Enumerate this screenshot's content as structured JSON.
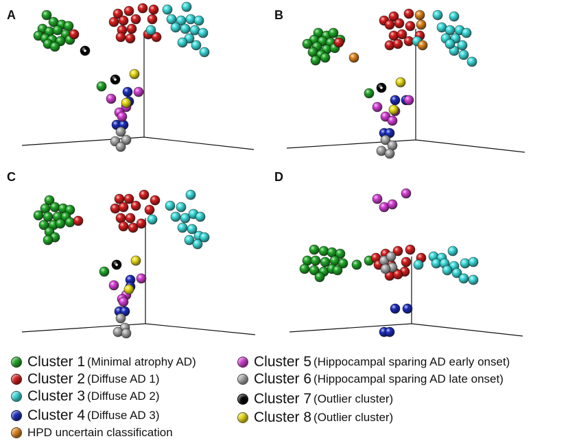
{
  "panels": [
    "A",
    "B",
    "C",
    "D"
  ],
  "colors": {
    "c1": "#22a82a",
    "c2": "#d61f1f",
    "c3": "#3fdcdc",
    "c4": "#1c2dbd",
    "c5": "#d43fd4",
    "c6": "#a9a9a9",
    "c7": "#000000",
    "c8": "#e8dc17",
    "hpd": "#e0861e",
    "axis": "#111111"
  },
  "legend": [
    {
      "main": "Cluster 1",
      "sub": "(Minimal atrophy AD)",
      "color": "#22a82a"
    },
    {
      "main": "Cluster 2",
      "sub": "(Diffuse AD 1)",
      "color": "#d61f1f"
    },
    {
      "main": "Cluster 3",
      "sub": "(Diffuse AD 2)",
      "color": "#3fdcdc"
    },
    {
      "main": "Cluster 4",
      "sub": "(Diffuse AD 3)",
      "color": "#1c2dbd"
    },
    {
      "main": "HPD uncertain classification",
      "sub": "",
      "color": "#e0861e"
    },
    {
      "main": "Cluster 5",
      "sub": "(Hippocampal sparing AD early onset)",
      "color": "#d43fd4"
    },
    {
      "main": "Cluster 6",
      "sub": "(Hippocampal sparing AD late onset)",
      "color": "#a9a9a9"
    },
    {
      "main": "Cluster 7",
      "sub": "(Outlier cluster)",
      "color": "#000000"
    },
    {
      "main": "Cluster 8",
      "sub": "(Outlier cluster)",
      "color": "#e8dc17"
    }
  ],
  "chart_data": {
    "type": "scatter",
    "series": [
      {
        "panel": "A",
        "cluster": "c1",
        "points": [
          [
            68,
            22
          ],
          [
            78,
            32
          ],
          [
            90,
            36
          ],
          [
            100,
            38
          ],
          [
            62,
            42
          ],
          [
            72,
            46
          ],
          [
            84,
            44
          ],
          [
            96,
            50
          ],
          [
            56,
            52
          ],
          [
            66,
            56
          ],
          [
            76,
            58
          ],
          [
            88,
            60
          ],
          [
            102,
            58
          ],
          [
            70,
            64
          ],
          [
            80,
            68
          ]
        ]
      },
      {
        "panel": "A",
        "cluster": "c2",
        "points": [
          [
            108,
            50
          ],
          [
            172,
            20
          ],
          [
            188,
            16
          ],
          [
            208,
            12
          ],
          [
            224,
            14
          ],
          [
            166,
            32
          ],
          [
            180,
            30
          ],
          [
            198,
            28
          ],
          [
            222,
            28
          ],
          [
            178,
            44
          ],
          [
            192,
            42
          ],
          [
            176,
            54
          ],
          [
            190,
            56
          ],
          [
            216,
            50
          ],
          [
            228,
            54
          ]
        ]
      },
      {
        "panel": "A",
        "cluster": "c3",
        "points": [
          [
            244,
            14
          ],
          [
            272,
            10
          ],
          [
            250,
            28
          ],
          [
            264,
            30
          ],
          [
            278,
            28
          ],
          [
            290,
            30
          ],
          [
            256,
            40
          ],
          [
            270,
            42
          ],
          [
            284,
            44
          ],
          [
            220,
            44
          ],
          [
            276,
            56
          ],
          [
            266,
            62
          ],
          [
            286,
            66
          ],
          [
            298,
            76
          ],
          [
            296,
            48
          ]
        ]
      },
      {
        "panel": "A",
        "cluster": "c4",
        "points": [
          [
            186,
            134
          ],
          [
            188,
            148
          ],
          [
            170,
            182
          ],
          [
            180,
            182
          ]
        ]
      },
      {
        "panel": "A",
        "cluster": "c5",
        "points": [
          [
            202,
            134
          ],
          [
            162,
            144
          ],
          [
            184,
            156
          ],
          [
            174,
            164
          ],
          [
            178,
            170
          ]
        ]
      },
      {
        "panel": "A",
        "cluster": "c6",
        "points": [
          [
            176,
            192
          ],
          [
            168,
            206
          ],
          [
            184,
            204
          ],
          [
            176,
            214
          ]
        ]
      },
      {
        "panel": "A",
        "cluster": "c7",
        "points": [
          [
            124,
            74
          ],
          [
            168,
            116
          ]
        ]
      },
      {
        "panel": "A",
        "cluster": "c8",
        "points": [
          [
            196,
            108
          ],
          [
            184,
            150
          ]
        ]
      },
      {
        "panel": "A",
        "cluster": "c1",
        "points": [
          [
            148,
            126
          ]
        ]
      },
      {
        "panel": "B",
        "cluster": "c1",
        "points": [
          [
            464,
            48
          ],
          [
            476,
            52
          ],
          [
            486,
            48
          ],
          [
            458,
            58
          ],
          [
            470,
            60
          ],
          [
            482,
            62
          ],
          [
            496,
            58
          ],
          [
            448,
            64
          ],
          [
            462,
            68
          ],
          [
            476,
            72
          ],
          [
            488,
            70
          ],
          [
            456,
            76
          ],
          [
            468,
            80
          ],
          [
            460,
            88
          ],
          [
            474,
            84
          ]
        ]
      },
      {
        "panel": "B",
        "cluster": "c2",
        "points": [
          [
            494,
            62
          ],
          [
            560,
            30
          ],
          [
            574,
            24
          ],
          [
            596,
            20
          ],
          [
            568,
            36
          ],
          [
            582,
            34
          ],
          [
            598,
            38
          ],
          [
            574,
            52
          ],
          [
            586,
            50
          ],
          [
            568,
            66
          ],
          [
            580,
            64
          ],
          [
            596,
            60
          ],
          [
            612,
            52
          ]
        ]
      },
      {
        "panel": "B",
        "cluster": "c3",
        "points": [
          [
            638,
            22
          ],
          [
            662,
            24
          ],
          [
            644,
            40
          ],
          [
            656,
            44
          ],
          [
            670,
            44
          ],
          [
            680,
            48
          ],
          [
            650,
            56
          ],
          [
            664,
            56
          ],
          [
            674,
            66
          ],
          [
            662,
            74
          ],
          [
            676,
            80
          ],
          [
            688,
            90
          ],
          [
            608,
            60
          ],
          [
            656,
            64
          ]
        ]
      },
      {
        "panel": "B",
        "cluster": "hpd",
        "points": [
          [
            612,
            22
          ],
          [
            614,
            36
          ],
          [
            616,
            66
          ],
          [
            516,
            84
          ]
        ]
      },
      {
        "panel": "B",
        "cluster": "c4",
        "points": [
          [
            576,
            146
          ],
          [
            592,
            146
          ],
          [
            560,
            194
          ],
          [
            568,
            194
          ]
        ]
      },
      {
        "panel": "B",
        "cluster": "c5",
        "points": [
          [
            596,
            146
          ],
          [
            550,
            156
          ],
          [
            562,
            170
          ],
          [
            576,
            162
          ],
          [
            572,
            176
          ]
        ]
      },
      {
        "panel": "B",
        "cluster": "c6",
        "points": [
          [
            562,
            204
          ],
          [
            572,
            212
          ],
          [
            556,
            220
          ],
          [
            568,
            224
          ]
        ]
      },
      {
        "panel": "B",
        "cluster": "c7",
        "points": [
          [
            556,
            128
          ]
        ]
      },
      {
        "panel": "B",
        "cluster": "c8",
        "points": [
          [
            584,
            120
          ],
          [
            574,
            160
          ]
        ]
      },
      {
        "panel": "B",
        "cluster": "c1",
        "points": [
          [
            538,
            136
          ]
        ]
      },
      {
        "panel": "C",
        "cluster": "c1",
        "points": [
          [
            72,
            292
          ],
          [
            66,
            304
          ],
          [
            80,
            302
          ],
          [
            92,
            304
          ],
          [
            102,
            306
          ],
          [
            56,
            314
          ],
          [
            70,
            316
          ],
          [
            84,
            316
          ],
          [
            96,
            316
          ],
          [
            64,
            328
          ],
          [
            78,
            328
          ],
          [
            88,
            326
          ],
          [
            102,
            324
          ],
          [
            72,
            338
          ],
          [
            80,
            346
          ],
          [
            70,
            350
          ]
        ]
      },
      {
        "panel": "C",
        "cluster": "c2",
        "points": [
          [
            114,
            322
          ],
          [
            174,
            290
          ],
          [
            188,
            290
          ],
          [
            210,
            284
          ],
          [
            226,
            292
          ],
          [
            168,
            304
          ],
          [
            180,
            302
          ],
          [
            198,
            300
          ],
          [
            176,
            318
          ],
          [
            190,
            318
          ],
          [
            218,
            306
          ],
          [
            180,
            330
          ],
          [
            194,
            332
          ],
          [
            206,
            326
          ]
        ]
      },
      {
        "panel": "C",
        "cluster": "c3",
        "points": [
          [
            248,
            300
          ],
          [
            264,
            302
          ],
          [
            278,
            284
          ],
          [
            256,
            316
          ],
          [
            270,
            318
          ],
          [
            282,
            312
          ],
          [
            292,
            316
          ],
          [
            222,
            320
          ],
          [
            266,
            332
          ],
          [
            280,
            334
          ],
          [
            290,
            344
          ],
          [
            298,
            346
          ],
          [
            276,
            350
          ],
          [
            288,
            356
          ]
        ]
      },
      {
        "panel": "C",
        "cluster": "c4",
        "points": [
          [
            190,
            408
          ],
          [
            190,
            418
          ],
          [
            174,
            454
          ],
          [
            182,
            454
          ]
        ]
      },
      {
        "panel": "C",
        "cluster": "c5",
        "points": [
          [
            206,
            406
          ],
          [
            166,
            416
          ],
          [
            184,
            430
          ],
          [
            178,
            436
          ],
          [
            180,
            440
          ]
        ]
      },
      {
        "panel": "C",
        "cluster": "c6",
        "points": [
          [
            176,
            464
          ],
          [
            182,
            478
          ],
          [
            172,
            484
          ],
          [
            184,
            486
          ]
        ]
      },
      {
        "panel": "C",
        "cluster": "c7",
        "points": [
          [
            170,
            386
          ]
        ]
      },
      {
        "panel": "C",
        "cluster": "c8",
        "points": [
          [
            198,
            380
          ],
          [
            188,
            422
          ]
        ]
      },
      {
        "panel": "C",
        "cluster": "c1",
        "points": [
          [
            152,
            396
          ]
        ]
      },
      {
        "panel": "D",
        "cluster": "c1",
        "points": [
          [
            458,
            364
          ],
          [
            472,
            366
          ],
          [
            484,
            368
          ],
          [
            496,
            370
          ],
          [
            448,
            380
          ],
          [
            460,
            380
          ],
          [
            474,
            382
          ],
          [
            488,
            380
          ],
          [
            500,
            384
          ],
          [
            444,
            392
          ],
          [
            458,
            394
          ],
          [
            472,
            396
          ],
          [
            484,
            392
          ],
          [
            466,
            404
          ],
          [
            492,
            394
          ],
          [
            538,
            380
          ],
          [
            520,
            386
          ]
        ]
      },
      {
        "panel": "D",
        "cluster": "c2",
        "points": [
          [
            548,
            376
          ],
          [
            562,
            370
          ],
          [
            580,
            366
          ],
          [
            598,
            364
          ],
          [
            614,
            376
          ],
          [
            552,
            386
          ],
          [
            570,
            386
          ],
          [
            592,
            382
          ],
          [
            576,
            398
          ],
          [
            590,
            396
          ],
          [
            568,
            402
          ],
          [
            580,
            400
          ]
        ]
      },
      {
        "panel": "D",
        "cluster": "c6",
        "points": [
          [
            560,
            380
          ],
          [
            570,
            374
          ],
          [
            572,
            390
          ],
          [
            562,
            392
          ]
        ]
      },
      {
        "panel": "D",
        "cluster": "c5",
        "points": [
          [
            550,
            290
          ],
          [
            592,
            282
          ],
          [
            560,
            302
          ],
          [
            572,
            298
          ]
        ]
      },
      {
        "panel": "D",
        "cluster": "c3",
        "points": [
          [
            610,
            386
          ],
          [
            632,
            374
          ],
          [
            644,
            376
          ],
          [
            660,
            366
          ],
          [
            636,
            384
          ],
          [
            648,
            384
          ],
          [
            662,
            388
          ],
          [
            678,
            384
          ],
          [
            690,
            382
          ],
          [
            652,
            394
          ],
          [
            666,
            398
          ],
          [
            676,
            406
          ],
          [
            690,
            408
          ]
        ]
      },
      {
        "panel": "D",
        "cluster": "c4",
        "points": [
          [
            576,
            450
          ],
          [
            594,
            450
          ],
          [
            560,
            484
          ],
          [
            568,
            484
          ]
        ]
      }
    ]
  }
}
